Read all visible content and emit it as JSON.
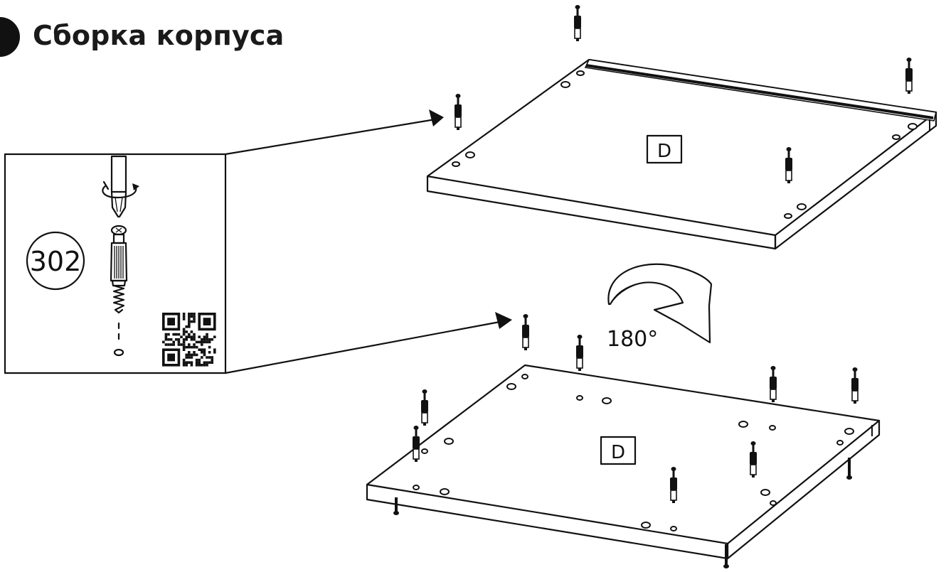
{
  "title": "Сборка корпуса",
  "part_number": "302",
  "panel_top_label": "D",
  "panel_bottom_label": "D",
  "rotation_label": "180°",
  "icons": {
    "step_badge": "step-number-badge-icon",
    "screwdriver": "screwdriver-icon",
    "rotate_arrow": "rotate-arrow-icon",
    "qr_code": "qr-code-icon",
    "dowel": "dowel-pin-icon"
  },
  "colors": {
    "ink": "#111111",
    "background": "#ffffff"
  }
}
